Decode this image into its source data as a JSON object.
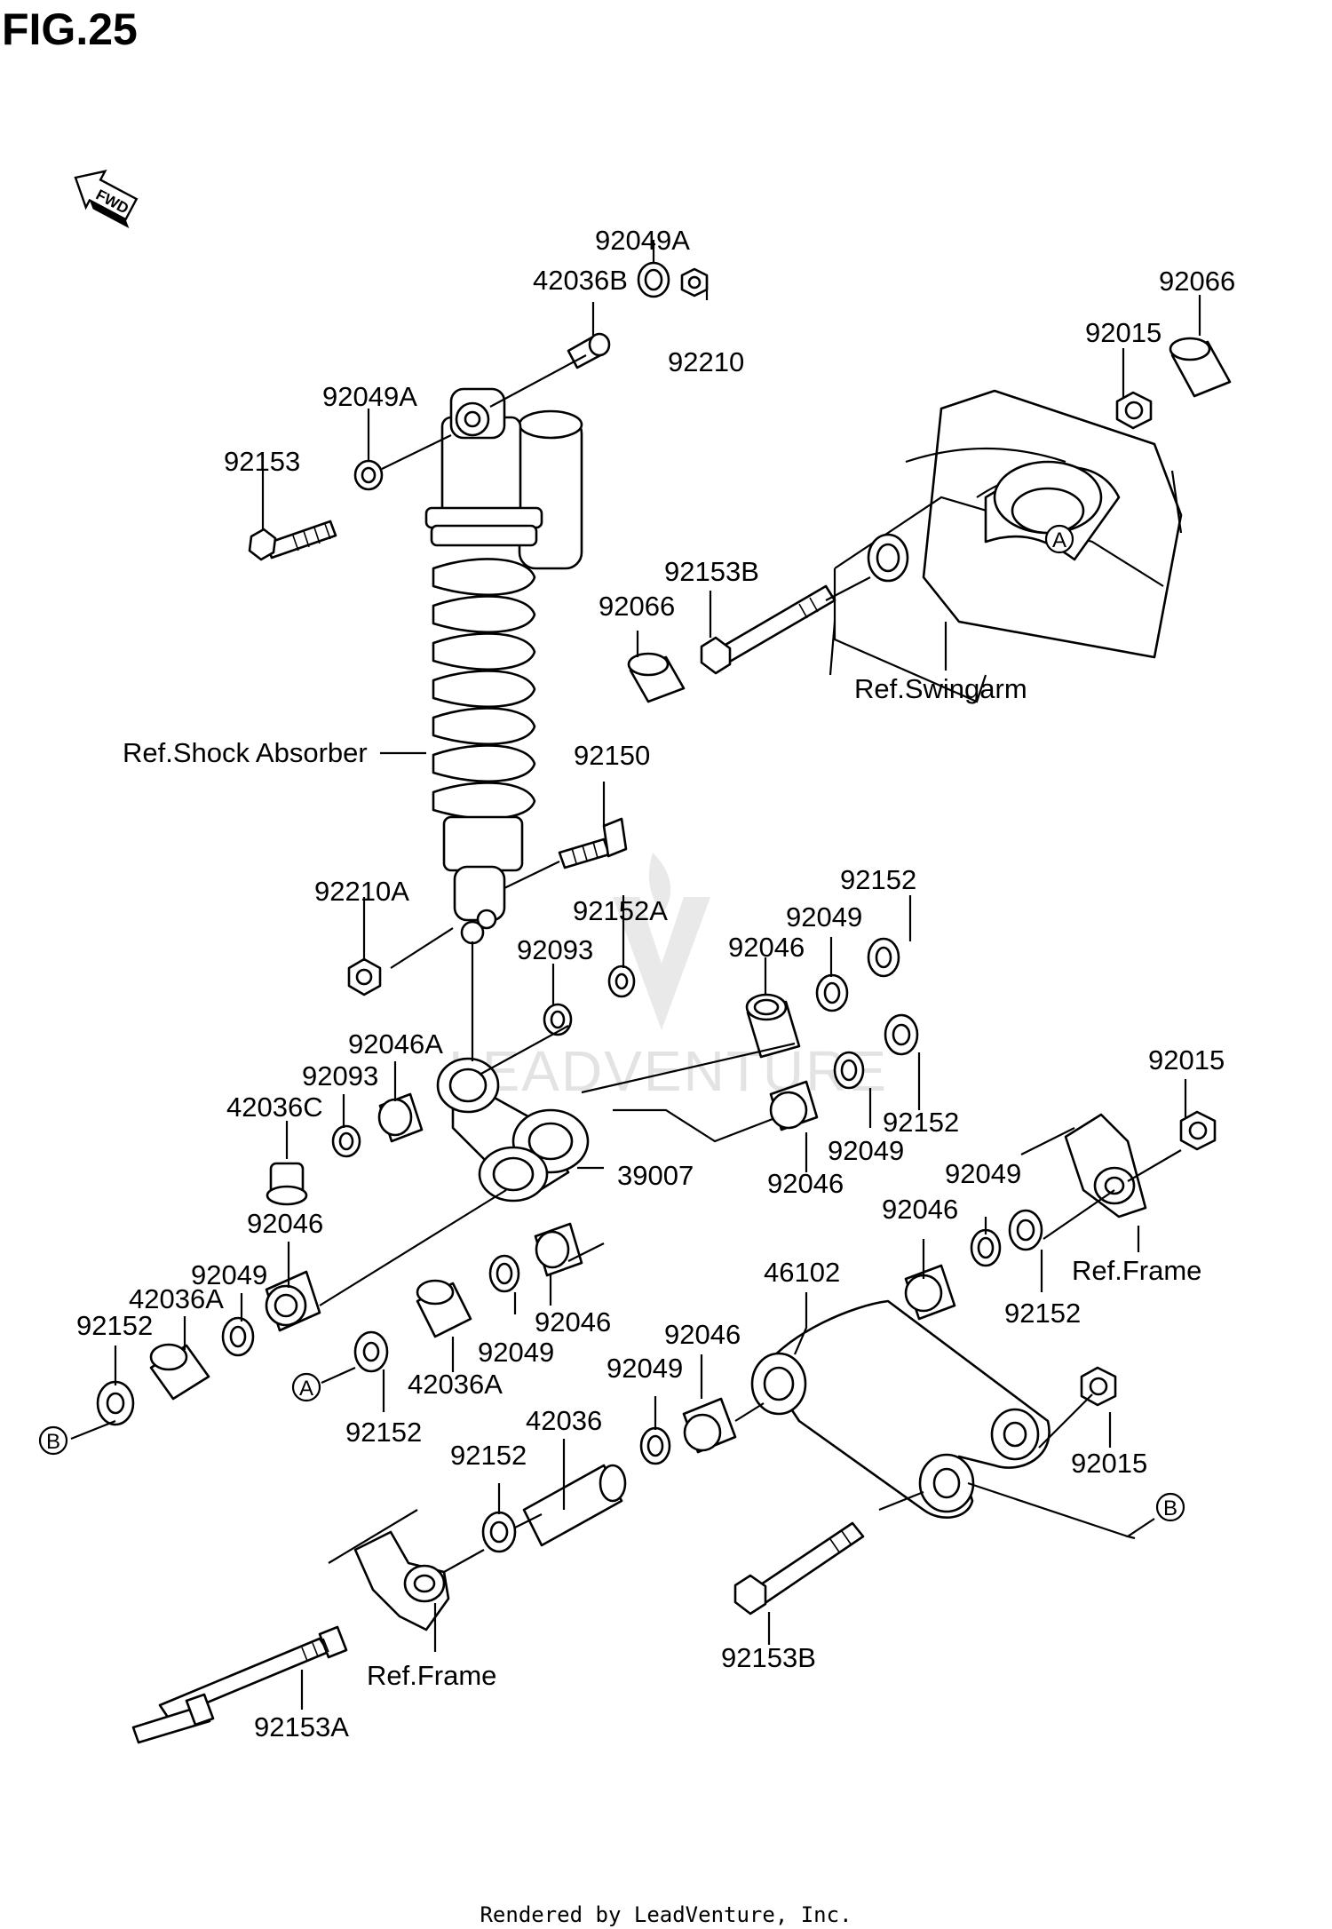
{
  "figure": {
    "title": "FIG.25",
    "direction_marker": "FWD"
  },
  "footer": {
    "credit": "Rendered by LeadVenture, Inc."
  },
  "watermark": {
    "text": "LEADVENTURE"
  },
  "callouts": {
    "a": "A",
    "b": "B"
  },
  "labels": {
    "p92049A_top": "92049A",
    "p42036B": "42036B",
    "p92210": "92210",
    "p92066_top": "92066",
    "p92015_top": "92015",
    "p92049A_left": "92049A",
    "p92153": "92153",
    "p92153B_top": "92153B",
    "p92066_mid": "92066",
    "ref_swingarm": "Ref.Swingarm",
    "ref_shock": "Ref.Shock Absorber",
    "p92150": "92150",
    "p92210A": "92210A",
    "p92152_r1": "92152",
    "p92152A": "92152A",
    "p92049_r1": "92049",
    "p92093_a": "92093",
    "p92046_r1": "92046",
    "p92046A": "92046A",
    "p92093_b": "92093",
    "p42036C": "42036C",
    "p92015_right": "92015",
    "p92152_r2": "92152",
    "p92049_r2": "92049",
    "p39007": "39007",
    "p92046_r2": "92046",
    "p92049_r3": "92049",
    "p92046_left": "92046",
    "p92046_r3": "92046",
    "ref_frame_right": "Ref.Frame",
    "p92049_left": "92049",
    "p42036A_left": "42036A",
    "p46102": "46102",
    "p92152_left": "92152",
    "p92152_r3": "92152",
    "p92046_mid": "92046",
    "p92049_mid": "92049",
    "p42036A_mid": "42036A",
    "p92046_low": "92046",
    "p92049_low": "92049",
    "p92152_center": "92152",
    "p42036": "42036",
    "p92015_low": "92015",
    "p92152_low": "92152",
    "ref_frame_left": "Ref.Frame",
    "p92153B_bottom": "92153B",
    "p92153A": "92153A"
  }
}
